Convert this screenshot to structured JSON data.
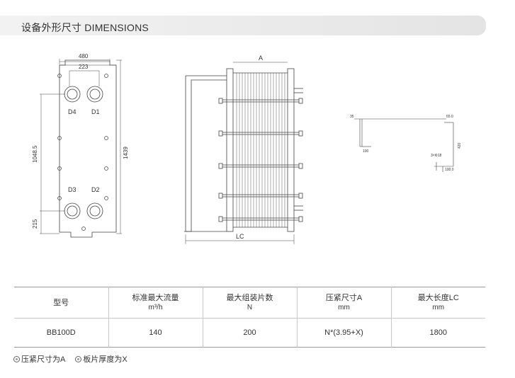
{
  "header": {
    "title": "设备外形尺寸  DIMENSIONS"
  },
  "front_view": {
    "dims": {
      "width": "480",
      "port_spacing": "223",
      "port_height": "1048.5",
      "height": "1439",
      "bottom": "215"
    },
    "ports": [
      "D4",
      "D1",
      "D3",
      "D2"
    ]
  },
  "side_view": {
    "dims": {
      "compress": "A",
      "length": "LC"
    }
  },
  "foot_detail": {
    "dims": {
      "left_offset": "35",
      "right_offset": "65.0",
      "height": "420",
      "small_a": "100",
      "small_b": "100.0",
      "bolt": "3×Φ18"
    }
  },
  "table": {
    "headers": [
      {
        "label": "型号",
        "unit": ""
      },
      {
        "label": "标准最大流量",
        "unit": "m³/h"
      },
      {
        "label": "最大组装片数",
        "unit": "N"
      },
      {
        "label": "压紧尺寸A",
        "unit": "mm"
      },
      {
        "label": "最大长度LC",
        "unit": "mm"
      }
    ],
    "rows": [
      [
        "BB100D",
        "140",
        "200",
        "N*(3.95+X)",
        "1800"
      ]
    ]
  },
  "footnotes": [
    "压紧尺寸为A",
    "板片厚度为X"
  ]
}
